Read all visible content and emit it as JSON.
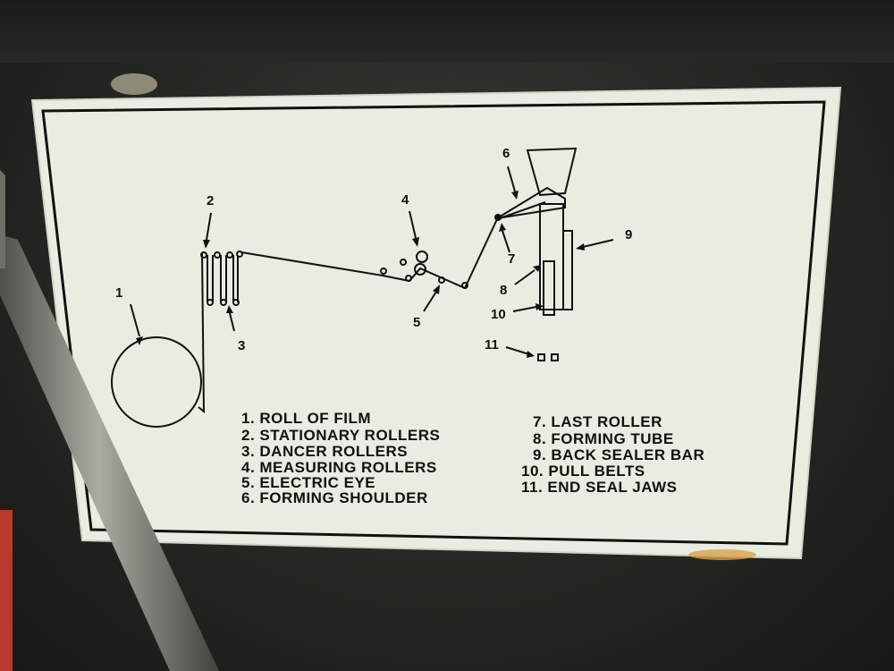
{
  "diagram": {
    "callouts": {
      "c1": "1",
      "c2": "2",
      "c3": "3",
      "c4": "4",
      "c5": "5",
      "c6": "6",
      "c7": "7",
      "c8": "8",
      "c9": "9",
      "c10": "10",
      "c11": "11"
    },
    "legend_left": [
      "1.  ROLL OF FILM",
      "2.  STATIONARY ROLLERS",
      "3.  DANCER ROLLERS",
      "4.  MEASURING ROLLERS",
      "5.  ELECTRIC EYE",
      "6.  FORMING SHOULDER"
    ],
    "legend_right": [
      "7.  LAST ROLLER",
      "8.  FORMING TUBE",
      "9.  BACK SEALER BAR",
      "10.  PULL BELTS",
      "11.  END SEAL JAWS"
    ]
  },
  "colors": {
    "placard": "#e6ecdf",
    "ink": "#111111",
    "machine": "#22251f",
    "pipe": "#8c9388"
  }
}
